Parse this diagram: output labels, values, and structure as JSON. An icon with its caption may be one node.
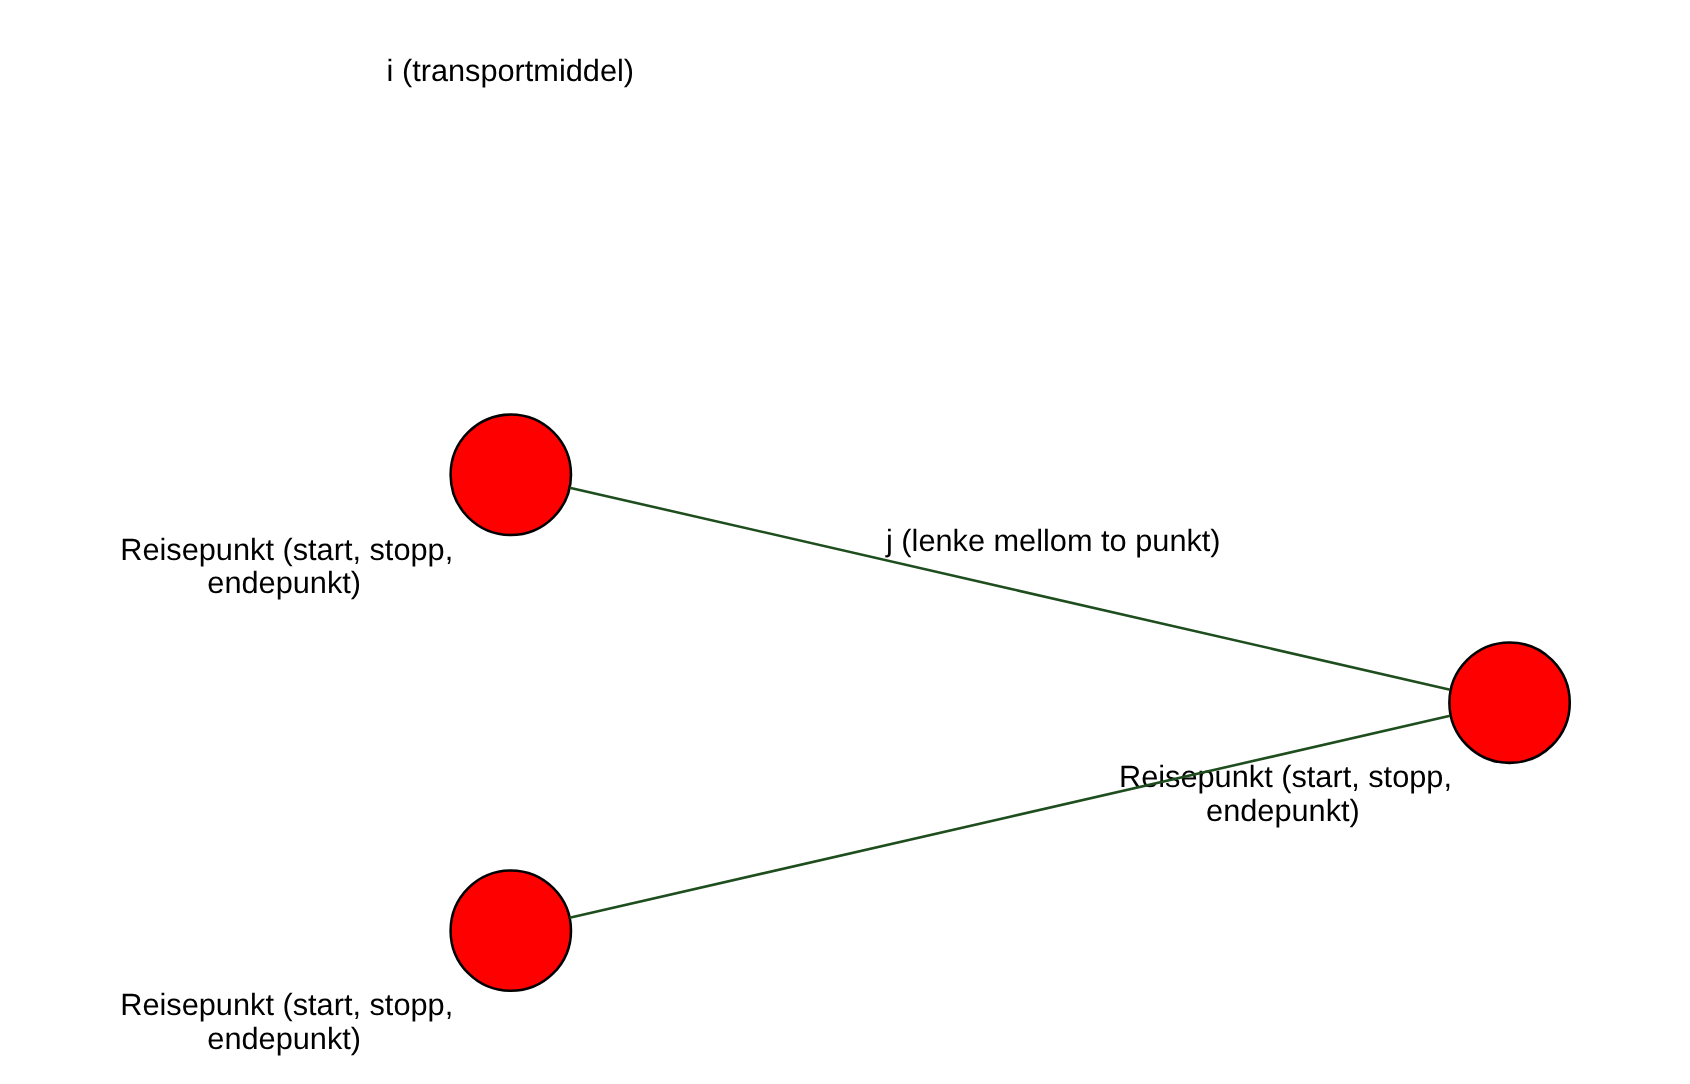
{
  "diagram": {
    "nodes": [
      {
        "text": [],
        "shape": "circle",
        "beside": [
          "Reisepunkt (start, stopp, endepunkt)"
        ]
      },
      {
        "text": [],
        "shape": "circle",
        "beside": [
          "Reisepunkt (start, stopp, endepunkt)"
        ]
      },
      {
        "text": [],
        "shape": "circle",
        "beside": [
          "Reisepunkt (start, stopp, endepunkt)"
        ]
      }
    ],
    "edges": [
      {
        "from": 0,
        "to": 1,
        "arrow": "none",
        "label": "j (lenke mellom to punkt)"
      },
      {
        "from": 2,
        "to": 1,
        "arrow": "none"
      }
    ],
    "labels": [
      "i (transportmiddel)"
    ]
  }
}
